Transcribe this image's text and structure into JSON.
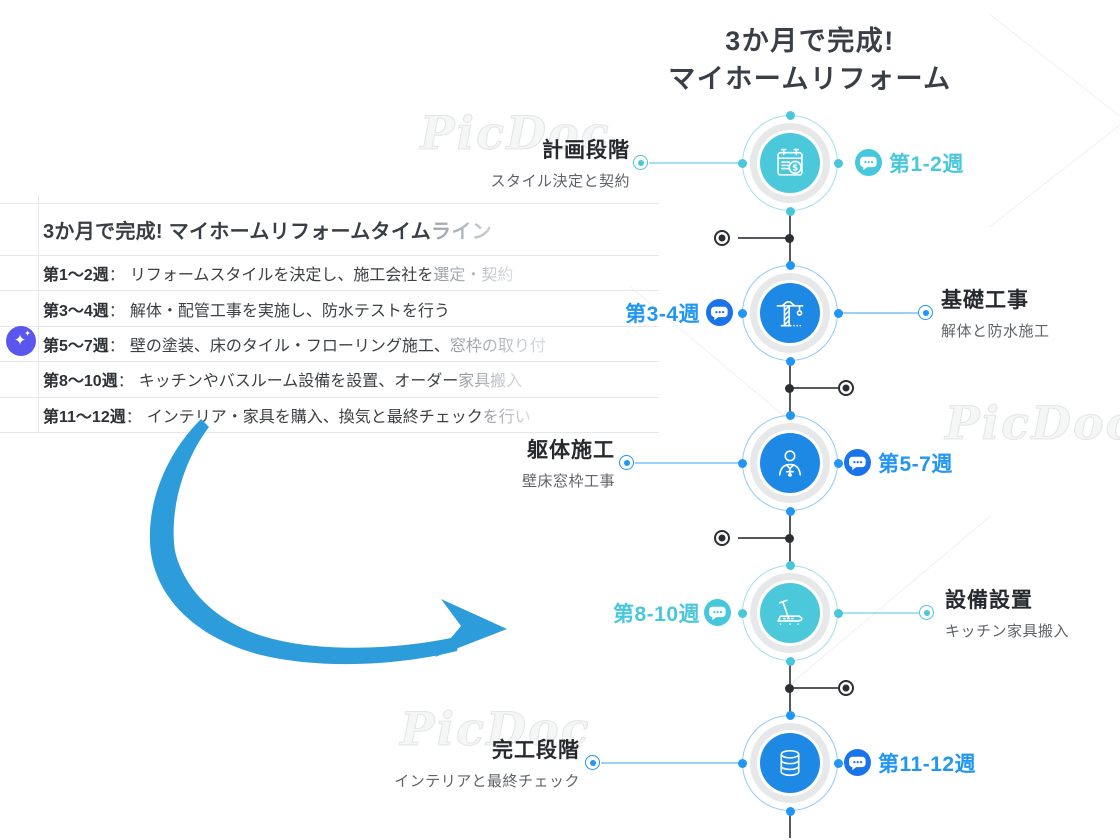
{
  "app": {
    "watermark": "PicDoc"
  },
  "header": {
    "title_line1": "3か月で完成!",
    "title_line2": "マイホームリフォーム"
  },
  "panel": {
    "title": "3か月で完成! マイホームリフォームタイム",
    "title_faded": "ライン",
    "rows": [
      {
        "week": "第1〜2週",
        "sep": "：",
        "text": "リフォームスタイルを決定し、施工会社を",
        "faded": "選定・契約"
      },
      {
        "week": "第3〜4週",
        "sep": "：",
        "text": "解体・配管工事を実施し、防水テストを行う",
        "faded": ""
      },
      {
        "week": "第5〜7週",
        "sep": "：",
        "text": "壁の塗装、床のタイル・フローリング施工、",
        "faded": "窓枠の取り付"
      },
      {
        "week": "第8〜10週",
        "sep": "：",
        "text": "キッチンやバスルーム設備を設置、オーダー",
        "faded": "家具搬入"
      },
      {
        "week": "第11〜12週",
        "sep": "：",
        "text": "インテリア・家具を購入、換気と最終チェック",
        "faded": "を行い"
      }
    ]
  },
  "timeline": {
    "nodes": [
      {
        "stage": "計画段階",
        "desc": "スタイル決定と契約",
        "week": "第1-2週",
        "color": "#4AC6DA",
        "icon": "calendar-dollar-icon"
      },
      {
        "stage": "基礎工事",
        "desc": "解体と防水施工",
        "week": "第3-4週",
        "color": "#1E88E5",
        "icon": "tower-crane-icon"
      },
      {
        "stage": "躯体施工",
        "desc": "壁床窓枠工事",
        "week": "第5-7週",
        "color": "#1E88E5",
        "icon": "site-engineer-icon"
      },
      {
        "stage": "設備設置",
        "desc": "キッチン家具搬入",
        "week": "第8-10週",
        "color": "#4AC6DA",
        "icon": "treadmill-icon"
      },
      {
        "stage": "完工段階",
        "desc": "インテリアと最終チェック",
        "week": "第11-12週",
        "color": "#1E88E5",
        "icon": "database-icon"
      }
    ]
  },
  "colors": {
    "cyan_accent": "#4AC6DA",
    "cyan_fill": "#4CC8DB",
    "blue_accent": "#2196F3",
    "blue_fill": "#1E88E5",
    "bubble_blue": "#1A73E8",
    "arrow": "#2D9CDB",
    "ai_button": "#5B57EE",
    "connector_dark": "#55585D",
    "panel_line": "#E5E7EA"
  }
}
